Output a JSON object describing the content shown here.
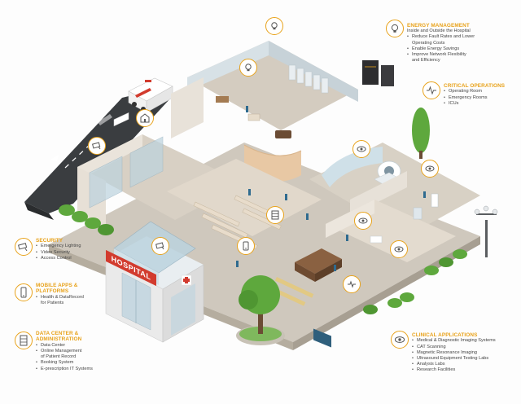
{
  "colors": {
    "accent": "#e8a21a",
    "text": "#444444",
    "wall": "#e9e3da",
    "floor": "#d9d2c8",
    "glass": "#bcd3df",
    "tree": "#5ea83d"
  },
  "building_sign": "HOSPITAL",
  "callouts": {
    "energy": {
      "title": "ENERGY MANAGEMENT",
      "subtitle": "Inside and Outside the Hospital",
      "items": [
        "Reduce Fault Rates and Lower",
        "Operating Costs",
        "Enable Energy Savings",
        "Improve Network Flexibility",
        "and Efficiency"
      ],
      "icon": "lightbulb-icon"
    },
    "critical": {
      "title": "CRITICAL OPERATIONS",
      "items": [
        "Operating Room",
        "Emergency Rooms",
        "ICUs"
      ],
      "icon": "heartbeat-icon"
    },
    "security": {
      "title": "SECURITY",
      "items": [
        "Emergency Lighting",
        "Video Security",
        "Access Control"
      ],
      "icon": "camera-icon"
    },
    "mobile": {
      "title1": "MOBILE APPS &",
      "title2": "PLATFORMS",
      "items": [
        "Health & DataRecord",
        "for Patients"
      ],
      "icon": "phone-icon"
    },
    "datacenter": {
      "title1": "DATA CENTER &",
      "title2": "ADMINISTRATION",
      "items": [
        "Data Center",
        "Online Management",
        "of Patient Record",
        "Booking System",
        "E-prescription IT Systems"
      ],
      "icon": "server-icon"
    },
    "clinical": {
      "title": "CLINICAL APPLICATIONS",
      "items": [
        "Medical & Diagnostic Imaging Systems",
        "CAT Scanning",
        "Magnetic Resonance Imaging",
        "Ultrasound Equipment Testing Labs",
        "Analysis Labs",
        "Research Facilities"
      ],
      "icon": "eye-icon"
    }
  }
}
